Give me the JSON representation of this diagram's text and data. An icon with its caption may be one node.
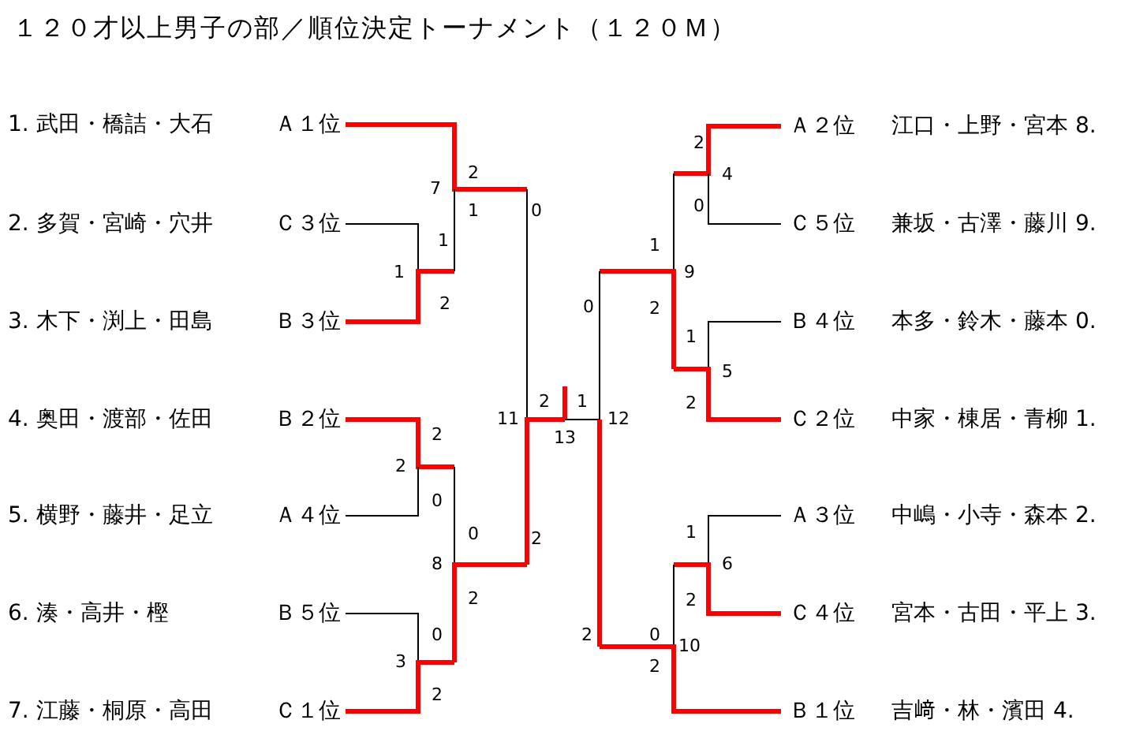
{
  "diagram": {
    "title": "１２０才以上男子の部／順位決定トーナメント（１２０Ｍ）",
    "nodes": [
      {
        "text": [
          "1. 武田・橋詰・大石",
          "Ａ１位"
        ]
      },
      {
        "text": [
          "2. 多賀・宮崎・穴井",
          "Ｃ３位"
        ]
      },
      {
        "text": [
          "3. 木下・渕上・田島",
          "Ｂ３位"
        ]
      },
      {
        "text": [
          "4. 奥田・渡部・佐田",
          "Ｂ２位"
        ]
      },
      {
        "text": [
          "5. 横野・藤井・足立",
          "Ａ４位"
        ]
      },
      {
        "text": [
          "6. 湊・高井・樫",
          "Ｂ５位"
        ]
      },
      {
        "text": [
          "7. 江藤・桐原・高田",
          "Ｃ１位"
        ]
      },
      {
        "text": [
          "Ａ２位",
          "江口・上野・宮本 8."
        ]
      },
      {
        "text": [
          "Ｃ５位",
          "兼坂・古澤・藤川 9."
        ]
      },
      {
        "text": [
          "Ｂ４位",
          "本多・鈴木・藤本 0."
        ]
      },
      {
        "text": [
          "Ｃ２位",
          "中家・棟居・青柳 1."
        ]
      },
      {
        "text": [
          "Ａ３位",
          "中嶋・小寺・森本 2."
        ]
      },
      {
        "text": [
          "Ｃ４位",
          "宮本・古田・平上 3."
        ]
      },
      {
        "text": [
          "Ｂ１位",
          "吉﨑・林・濱田 4."
        ]
      }
    ],
    "labels": [
      "2",
      "2",
      "4",
      "7",
      "1",
      "0",
      "0",
      "1",
      "1",
      "1",
      "9",
      "2",
      "0",
      "2",
      "1",
      "5",
      "2",
      "1",
      "2",
      "11",
      "12",
      "2",
      "13",
      "2",
      "0",
      "0",
      "2",
      "1",
      "8",
      "6",
      "2",
      "2",
      "0",
      "2",
      "0",
      "10",
      "3",
      "2",
      "2"
    ]
  }
}
